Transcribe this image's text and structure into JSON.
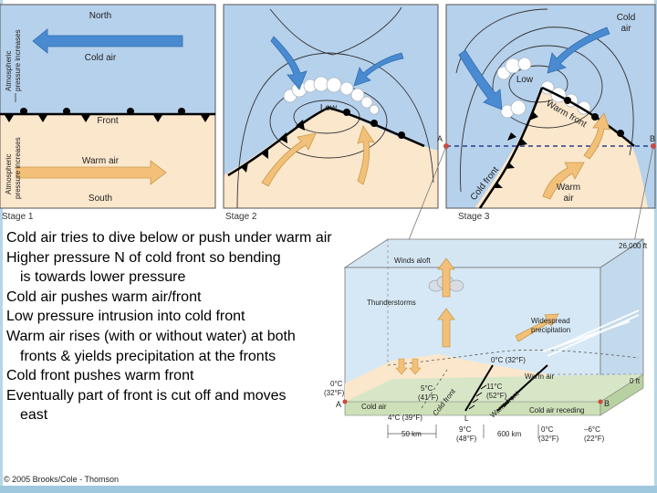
{
  "stage1": {
    "north": "North",
    "cold_air": "Cold air",
    "front": "Front",
    "warm_air": "Warm air",
    "south": "South",
    "axis_top": [
      "Atmospheric",
      "pressure increases"
    ],
    "axis_bottom": [
      "Atmospheric",
      "pressure increases"
    ],
    "caption": "Stage 1"
  },
  "stage2": {
    "low": "Low",
    "caption": "Stage 2"
  },
  "stage3": {
    "cold_air": [
      "Cold",
      "air"
    ],
    "low": "Low",
    "warm_front": "Warm front",
    "cold_front": "Cold front",
    "warm_air": [
      "Warm",
      "air"
    ],
    "point_a": "A",
    "point_b": "B",
    "caption": "Stage 3"
  },
  "block": {
    "alt_top": "26,000 ft",
    "winds_aloft": "Winds aloft",
    "thunderstorms": "Thunderstorms",
    "widespread": [
      "Widespread",
      "precipitation"
    ],
    "iso0_upper": "0°C (32°F)",
    "warm_air": "Warm air",
    "temp11": [
      "11°C",
      "(52°F)"
    ],
    "temp5": [
      "5°C",
      "(41°F)"
    ],
    "cold_air_left": "Cold air",
    "cold_front": "Cold front",
    "warm_front": "Warm front",
    "cold_air_receding": "Cold air receding",
    "zero_ft": "0 ft",
    "zero_c_left": [
      "0°C",
      "(32°F)"
    ],
    "temp4": "4°C (39°F)",
    "letter_l": "L",
    "temp9": [
      "9°C",
      "(48°F)"
    ],
    "temp0_bottom": [
      "0°C",
      "(32°F)"
    ],
    "temp_neg6": [
      "–6°C",
      "(22°F)"
    ],
    "dist50": "50 km",
    "dist600": "600 km",
    "point_a": "A",
    "point_b": "B"
  },
  "bullets": [
    "Cold air tries to dive below or push under warm air",
    "Higher pressure N of cold front so bending",
    "is towards lower pressure",
    "Cold air pushes warm air/front",
    "Low pressure intrusion into cold front",
    "Warm air rises (with or without water) at both",
    "fronts & yields precipitation at the fronts",
    "Cold front pushes warm front",
    "Eventually part of front is cut off and moves",
    "east"
  ],
  "copyright": "© 2005 Brooks/Cole - Thomson",
  "colors": {
    "cold": "#b6d1ec",
    "warm": "#fbe7cc",
    "arrow_blue": "#4a8ad0",
    "arrow_warm": "#f2c078",
    "border": "#9fc8df"
  }
}
